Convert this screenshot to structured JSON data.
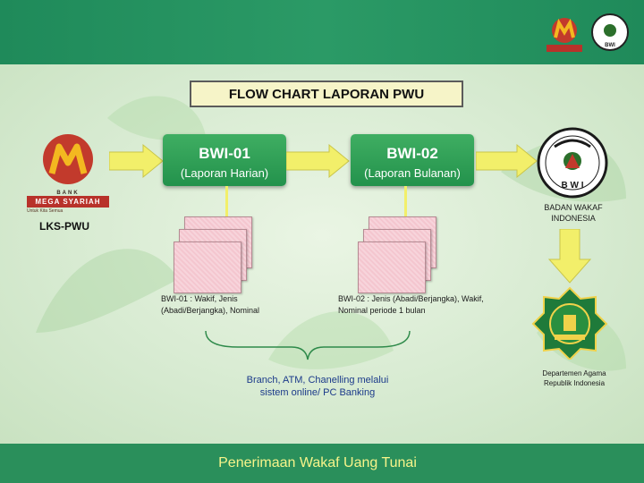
{
  "title": "FLOW CHART LAPORAN PWU",
  "lks_label": "LKS-PWU",
  "bank_logo": {
    "line1": "BANK",
    "line2": "MEGA SYARIAH",
    "tagline": "Untuk Kita Semua"
  },
  "bwi01": {
    "code": "BWI-01",
    "desc": "(Laporan Harian)"
  },
  "bwi02": {
    "code": "BWI-02",
    "desc": "(Laporan Bulanan)"
  },
  "note01": "BWI-01 : Wakif, Jenis (Abadi/Berjangka), Nominal",
  "note02": "BWI-02 : Jenis (Abadi/Berjangka), Wakif, Nominal periode 1 bulan",
  "bwi_org": {
    "name_line1": "BADAN WAKAF",
    "name_line2": "INDONESIA",
    "logo_text": "B W I"
  },
  "depag": {
    "line1": "Departemen Agama",
    "line2": "Republik Indonesia"
  },
  "channel": {
    "line1": "Branch, ATM, Chanelling melalui",
    "line2": "sistem online/ PC Banking"
  },
  "footer": "Penerimaan Wakaf Uang Tunai",
  "colors": {
    "green": "#23924c",
    "yellow": "#f2ef6a",
    "arrow": "#f2ef6a"
  }
}
